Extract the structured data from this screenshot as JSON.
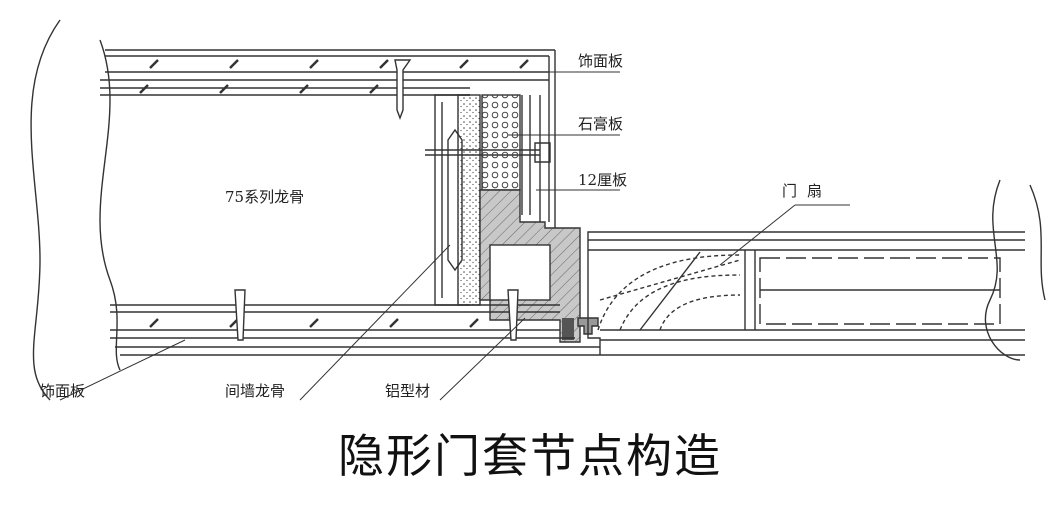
{
  "title": "隐形门套节点构造",
  "labels": {
    "facing_panel_top": "饰面板",
    "gypsum_board": "石膏板",
    "plywood_12": "12厘板",
    "door_leaf": "门扇",
    "stud_75": "75系列龙骨",
    "facing_panel_bottom": "饰面板",
    "partition_stud": "间墙龙骨",
    "aluminum_profile": "铝型材"
  },
  "colors": {
    "line": "#333333",
    "profile_fill": "#c8c8c8"
  }
}
